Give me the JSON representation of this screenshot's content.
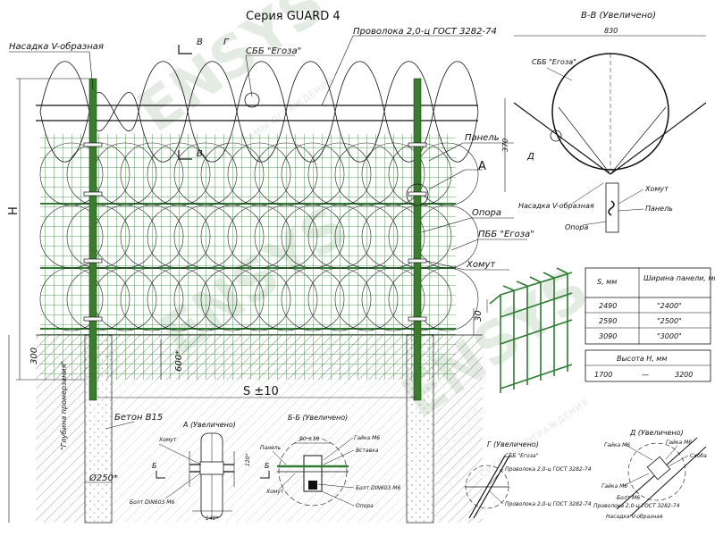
{
  "title": "Серия GUARD 4",
  "colors": {
    "post": "#3a7d2c",
    "mesh": "#2e7d32",
    "line": "#111111",
    "watermark": "#5a8a5a"
  },
  "labels": {
    "v_nozzle": "Насадка V-образная",
    "section_b": "В",
    "detail_g_mark": "Г",
    "sbb": "СББ \"Егоза\"",
    "wire_top": "Проволока 2,0-ц ГОСТ 3282-74",
    "panel": "Панель",
    "detail_a_mark": "А",
    "support": "Опора",
    "pbb": "ПББ \"Егоза\"",
    "clamp": "Хомут",
    "height_h": "H",
    "dim_30": "30",
    "dim_300": "300",
    "dim_600": "600*",
    "span_s": "S ±10",
    "concrete": "Бетон В15",
    "diameter": "Ø250*",
    "freeze_depth": "\"Глубина промерзания\""
  },
  "section_vv": {
    "title": "В-В (Увеличено)",
    "width": "830",
    "height": "370",
    "sbb": "СББ \"Егоза\"",
    "detail_d_mark": "Д",
    "nozzle": "Насадка V-образная",
    "clamp": "Хомут",
    "panel": "Панель",
    "support": "Опора"
  },
  "table": {
    "col_s": "S, мм",
    "col_width": "Ширина панели, мм",
    "rows": [
      {
        "s": "2490",
        "w": "\"2400\""
      },
      {
        "s": "2590",
        "w": "\"2500\""
      },
      {
        "s": "3090",
        "w": "\"3000\""
      }
    ],
    "height_header": "Высота    H, мм",
    "height_min": "1700",
    "height_dash": "—",
    "height_max": "3200"
  },
  "detail_a": {
    "title": "А (Увеличено)",
    "clamp": "Хомут",
    "bolt": "Болт DIN603 M6",
    "dim_120": "120*",
    "dim_140": "140*",
    "mark": "Б"
  },
  "detail_bb": {
    "title": "Б-Б (Увеличено)",
    "panel": "Панель",
    "clamp": "Хомут",
    "dim": "90 ±10",
    "nut": "Гайка М6",
    "insert": "Вставка",
    "bolt": "Болт DIN603 M6",
    "support": "Опора"
  },
  "detail_g": {
    "title": "Г (Увеличено)",
    "sbb": "СББ \"Егоза\"",
    "wire1": "Проволока 2,0-ц ГОСТ 3282-74",
    "wire2": "Проволока 2,0-ц ГОСТ 3282-74"
  },
  "detail_d": {
    "title": "Д (Увеличено)",
    "nut1": "Гайка М6",
    "nut2": "Гайка М6",
    "insert": "Скоба",
    "nut3": "Гайка М6",
    "bolt": "Болт М6",
    "wire": "Проволока 2,0-ц ГОСТ 3282-74",
    "nozzle": "Насадка V-образная"
  },
  "watermark": {
    "text": "ENSYS",
    "sub": "СИСТЕМЫ ОГРАЖДЕНИЯ"
  }
}
